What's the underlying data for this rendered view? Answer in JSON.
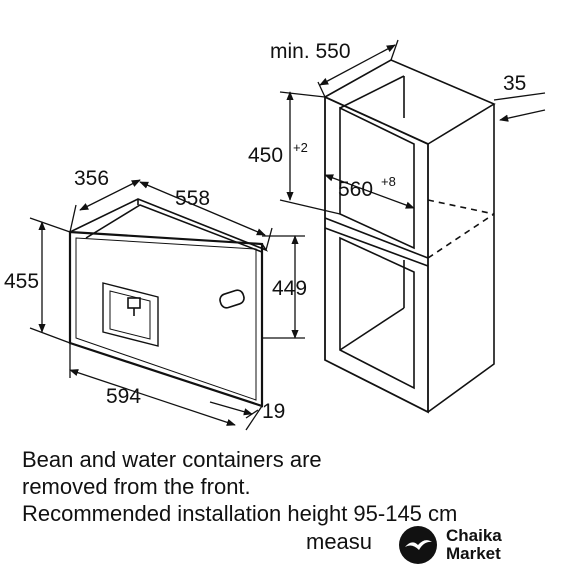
{
  "dimensions": {
    "cabinet_width": "min. 550",
    "cabinet_depth_side": "35",
    "niche_height": "450",
    "niche_height_tol": "+2",
    "niche_width": "560",
    "niche_width_tol": "+8",
    "appliance_depth": "356",
    "appliance_body_width": "558",
    "appliance_height": "455",
    "appliance_body_height": "449",
    "appliance_width": "594",
    "panel_depth": "19"
  },
  "notes": {
    "line1": "Bean and water containers are",
    "line2": "removed from the front.",
    "line3": "Recommended installation height 95-145 cm",
    "line4": "measu"
  },
  "logo": {
    "line1": "Chaika",
    "line2": "Market"
  }
}
